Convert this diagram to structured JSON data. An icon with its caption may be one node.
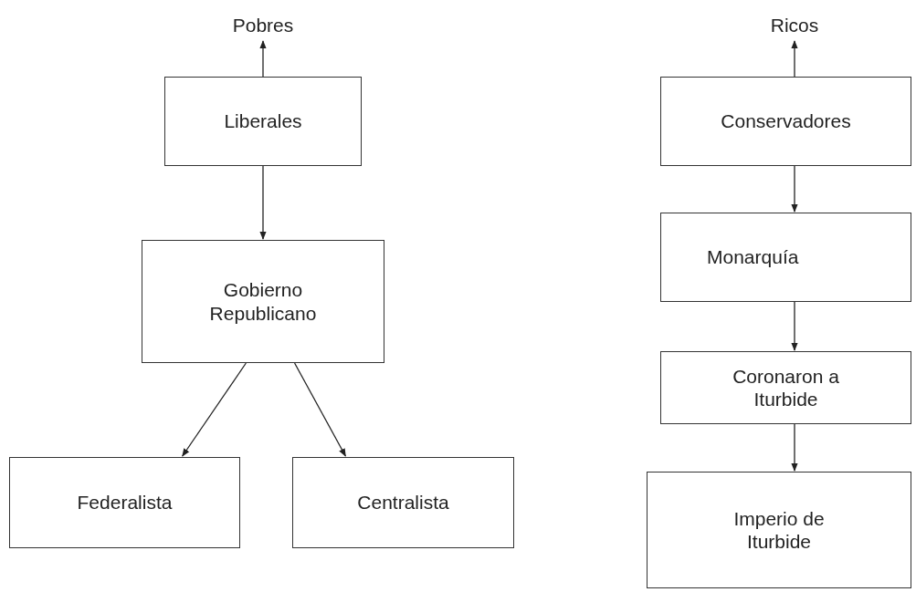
{
  "diagram": {
    "nodes": [
      {
        "text": [
          "Pobres"
        ]
      },
      {
        "text": [
          "Liberales"
        ]
      },
      {
        "text": [
          "Gobierno Republicano"
        ]
      },
      {
        "text": [
          "Federalista"
        ]
      },
      {
        "text": [
          "Centralista"
        ]
      },
      {
        "text": [
          "Ricos"
        ]
      },
      {
        "text": [
          "Conservadores"
        ]
      },
      {
        "text": [
          "Monarquía"
        ]
      },
      {
        "text": [
          "Coronaron a Iturbide"
        ]
      },
      {
        "text": [
          "Imperio de Iturbide"
        ]
      }
    ],
    "edges": [
      {
        "from": 1,
        "to": 0,
        "arrow": "to"
      },
      {
        "from": 1,
        "to": 2,
        "arrow": "to"
      },
      {
        "from": 2,
        "to": 3,
        "arrow": "to"
      },
      {
        "from": 2,
        "to": 4,
        "arrow": "to"
      },
      {
        "from": 6,
        "to": 5,
        "arrow": "to"
      },
      {
        "from": 6,
        "to": 7,
        "arrow": "to"
      },
      {
        "from": 7,
        "to": 8,
        "arrow": "to"
      },
      {
        "from": 8,
        "to": 9,
        "arrow": "to"
      }
    ]
  }
}
